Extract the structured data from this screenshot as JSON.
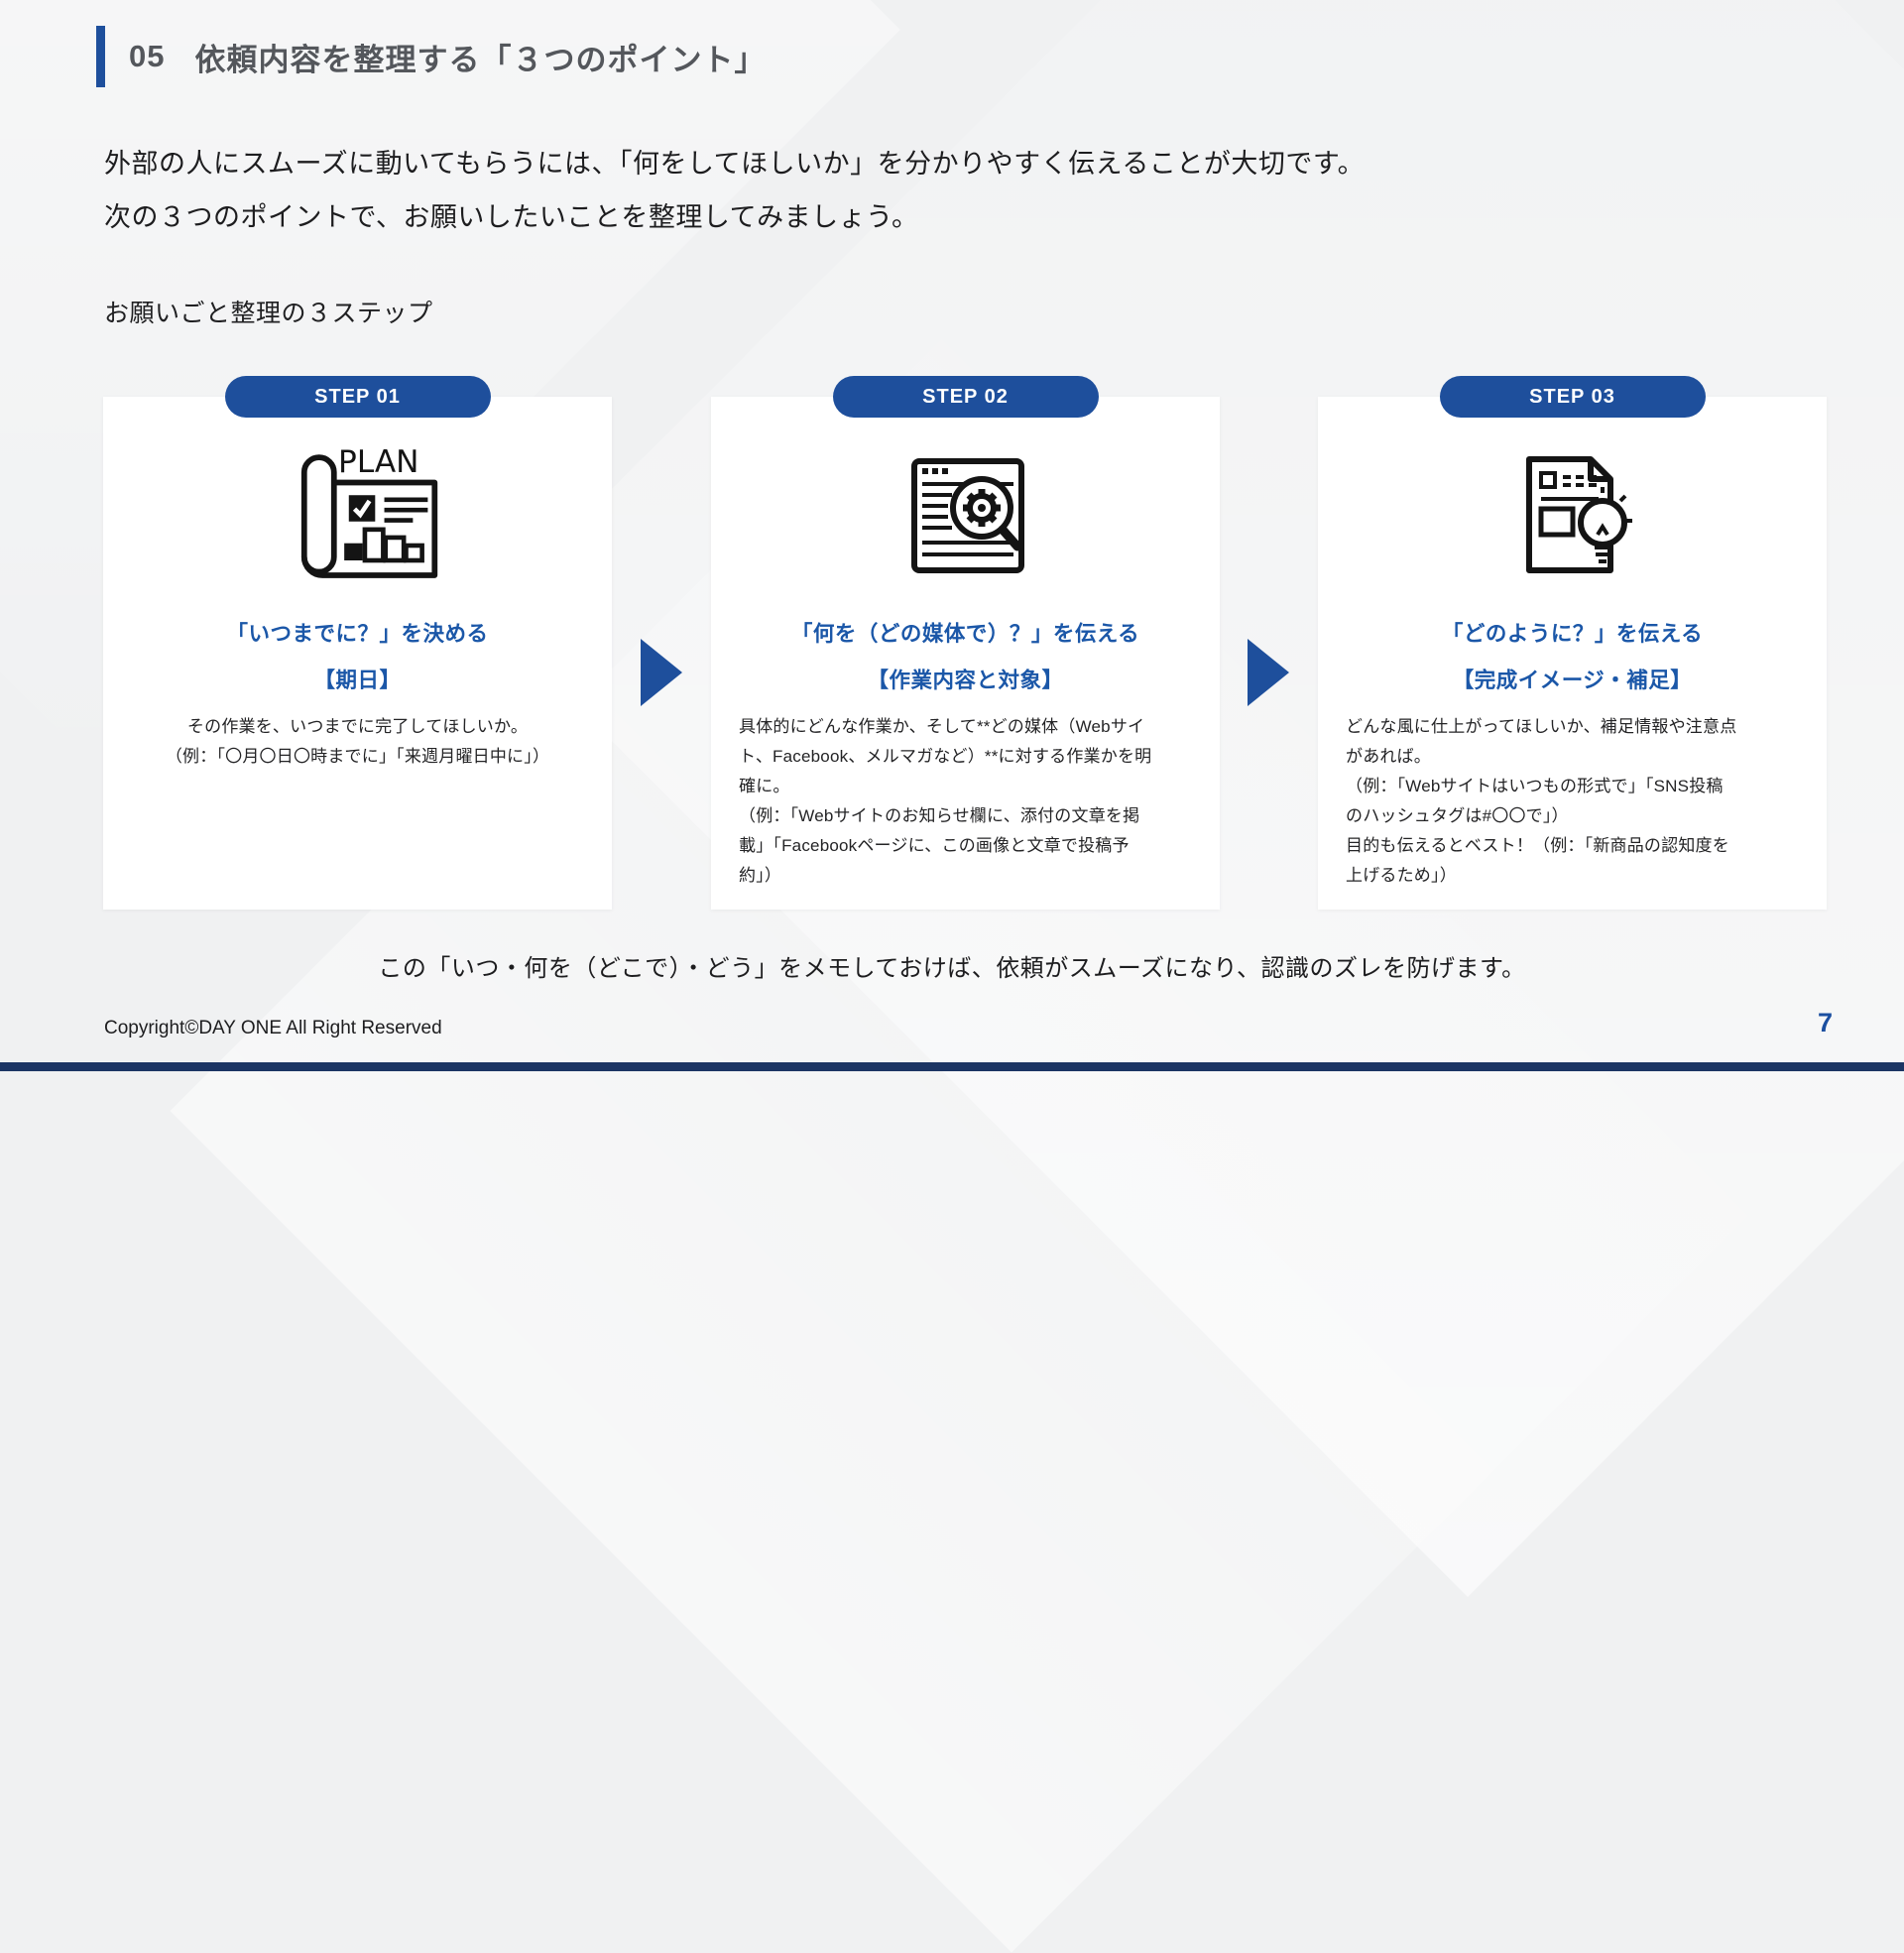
{
  "colors": {
    "background": "#f0f1f2",
    "accent_blue": "#1e4f9c",
    "title_blue": "#1b57a8",
    "footer_bar": "#1c3564",
    "header_gray": "#54575c"
  },
  "header": {
    "number": "05",
    "title": "依頼内容を整理する「３つのポイント」"
  },
  "intro": {
    "text": "外部の人にスムーズに動いてもらうには、「何をしてほしいか」を分かりやすく伝えることが大切です。\n次の３つのポイントで、お願いしたいことを整理してみましょう。"
  },
  "section_label": "お願いごと整理の３ステップ",
  "steps": [
    {
      "badge": "STEP 01",
      "icon": "plan-scroll-icon",
      "icon_label": "PLAN",
      "title": "「いつまでに？」を決める",
      "subtitle": "【期日】",
      "body": "その作業を、いつまでに完了してほしいか。\n（例：「〇月〇日〇時までに」「来週月曜日中に」）"
    },
    {
      "badge": "STEP 02",
      "icon": "web-search-gear-icon",
      "title": "「何を（どの媒体で）？」を伝える",
      "subtitle": "【作業内容と対象】",
      "body": "具体的にどんな作業か、そして**どの媒体（Webサイ\nト、Facebook、メルマガなど）**に対する作業かを明\n確に。\n（例：「Webサイトのお知らせ欄に、添付の文章を掲\n載」「Facebookページに、この画像と文章で投稿予\n約」）"
    },
    {
      "badge": "STEP 03",
      "icon": "document-lightbulb-icon",
      "title": "「どのように？」を伝える",
      "subtitle": "【完成イメージ・補足】",
      "body": "どんな風に仕上がってほしいか、補足情報や注意点\nがあれば。\n（例：「Webサイトはいつもの形式で」「SNS投稿\nのハッシュタグは#〇〇で」）\n目的も伝えるとベスト！（例：「新商品の認知度を\n上げるため」）"
    }
  ],
  "note": "この「いつ・何を（どこで）・どう」をメモしておけば、依頼がスムーズになり、認識のズレを防げます。",
  "footer": {
    "copyright": "Copyright©DAY ONE All Right Reserved",
    "page_number": "7"
  }
}
